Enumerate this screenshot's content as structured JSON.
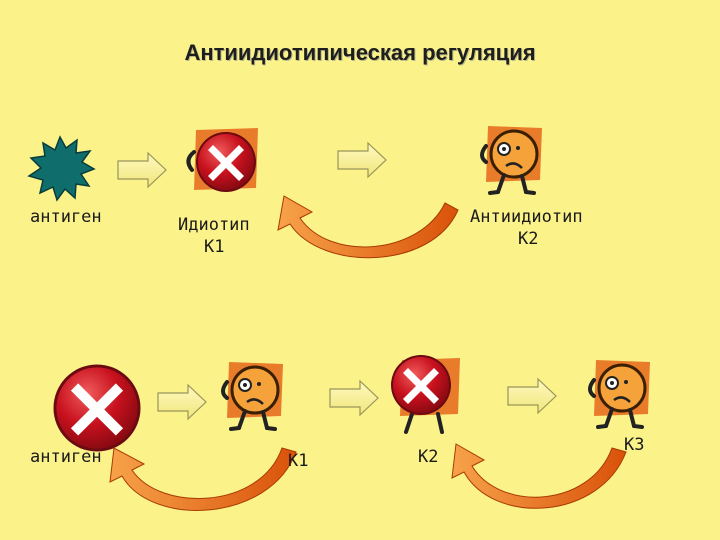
{
  "title": "Антиидиотипическая регуляция",
  "labels": {
    "antigen_top": "антиген",
    "idiotype": "Идиотип",
    "idiotype_k": "К1",
    "antiidiotype": "Антиидиотип",
    "antiidiotype_k": "К2",
    "antigen_bottom": "антиген",
    "k1": "К1",
    "k2": "К2",
    "k3": "К3"
  },
  "icons": {
    "antigen": "antigen-star-icon",
    "blocked": "blocked-x-icon",
    "cell": "cell-face-icon",
    "arrow": "arrow-right-icon",
    "feedback": "curved-feedback-arrow-icon"
  },
  "colors": {
    "background": "#fbf28a",
    "antigen": "#0f6e6c",
    "arrow_fill": "#fbf6a2",
    "feedback_arrow": "#e25f0c",
    "x_red": "#c0101c",
    "face_orange": "#f29a2a",
    "card": "#e97c2a"
  }
}
